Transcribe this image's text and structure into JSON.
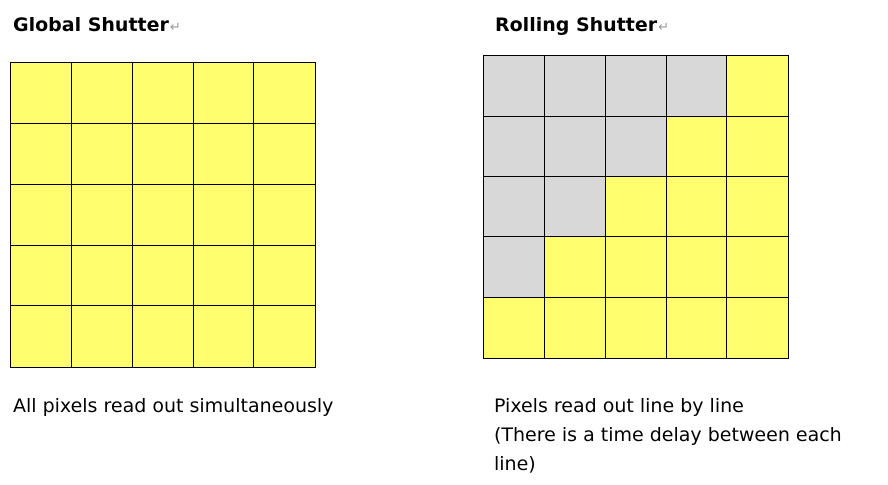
{
  "colors": {
    "pixel_exposed": "#fefe6f",
    "pixel_waiting": "#d8d8d8",
    "grid_line": "#000000"
  },
  "global_shutter": {
    "title": "Global Shutter",
    "return_mark": "↵",
    "rows": [
      [
        "exposed",
        "exposed",
        "exposed",
        "exposed",
        "exposed"
      ],
      [
        "exposed",
        "exposed",
        "exposed",
        "exposed",
        "exposed"
      ],
      [
        "exposed",
        "exposed",
        "exposed",
        "exposed",
        "exposed"
      ],
      [
        "exposed",
        "exposed",
        "exposed",
        "exposed",
        "exposed"
      ],
      [
        "exposed",
        "exposed",
        "exposed",
        "exposed",
        "exposed"
      ]
    ],
    "caption": "All pixels read out simultaneously"
  },
  "rolling_shutter": {
    "title": "Rolling Shutter",
    "return_mark": "↵",
    "rows": [
      [
        "waiting",
        "waiting",
        "waiting",
        "waiting",
        "exposed"
      ],
      [
        "waiting",
        "waiting",
        "waiting",
        "exposed",
        "exposed"
      ],
      [
        "waiting",
        "waiting",
        "exposed",
        "exposed",
        "exposed"
      ],
      [
        "waiting",
        "exposed",
        "exposed",
        "exposed",
        "exposed"
      ],
      [
        "exposed",
        "exposed",
        "exposed",
        "exposed",
        "exposed"
      ]
    ],
    "caption_lines": [
      "Pixels read out line by line",
      "(There is a time delay between each",
      "line)"
    ]
  }
}
